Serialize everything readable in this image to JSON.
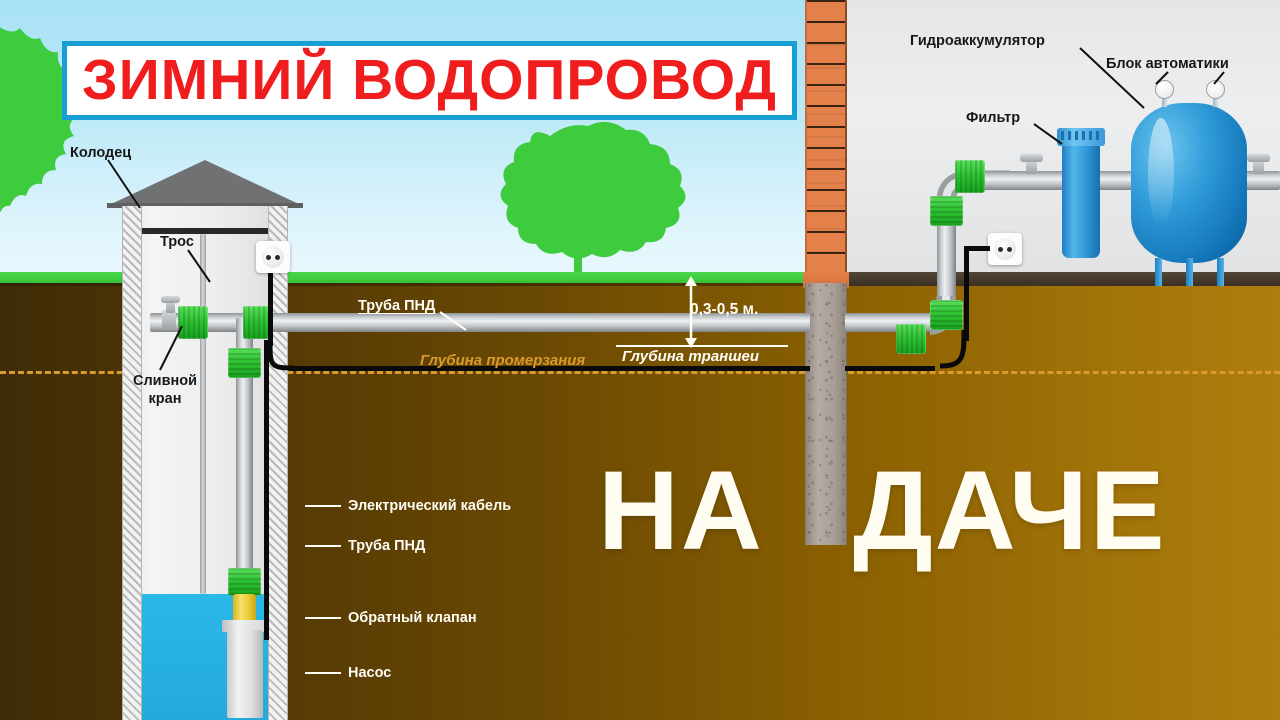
{
  "title_banner": {
    "text": "ЗИМНИЙ ВОДОПРОВОД",
    "border_color": "#169fd4",
    "text_color": "#ef1d1d",
    "background": "#ffffff"
  },
  "big_caption": {
    "left": "НА",
    "right": "ДАЧЕ",
    "color": "#fffdf2"
  },
  "labels": {
    "well": "Колодец",
    "cable_rope": "Трос",
    "drain_valve": "Сливной\nкран",
    "drain_valve_line1": "Сливной",
    "drain_valve_line2": "кран",
    "pnd_pipe_trench": "Труба ПНД",
    "trench_dimension": "0,3-0,5 м.",
    "freezing_depth": "Глубина промерзания",
    "trench_depth": "Глубина траншеи",
    "electric_cable": "Электрический кабель",
    "pnd_pipe_well": "Труба ПНД",
    "check_valve": "Обратный клапан",
    "pump": "Насос",
    "hydroaccumulator": "Гидроаккумулятор",
    "automation_block": "Блок автоматики",
    "filter": "Фильтр"
  },
  "colors": {
    "sky": "#bfeaf8",
    "grass": "#34c034",
    "soil_dark": "#3f2c07",
    "soil_light": "#ae7d0d",
    "brick": "#e4814a",
    "concrete": "#a79e96",
    "water": "#2ab8e8",
    "pipe_gray": "#c9cdd0",
    "fitting_green": "#2fc234",
    "tank_blue": "#2f9bd8",
    "filter_blue": "#52b6ea",
    "valve_yellow": "#e8cb33",
    "freeze_dash": "#d99a2e",
    "label_white": "#fffdf5",
    "label_dark": "#16181a"
  },
  "icons": {
    "socket_well": "power-socket-icon",
    "socket_house": "power-socket-icon",
    "gauge_left": "pressure-gauge-icon",
    "gauge_right": "pressure-gauge-icon"
  }
}
